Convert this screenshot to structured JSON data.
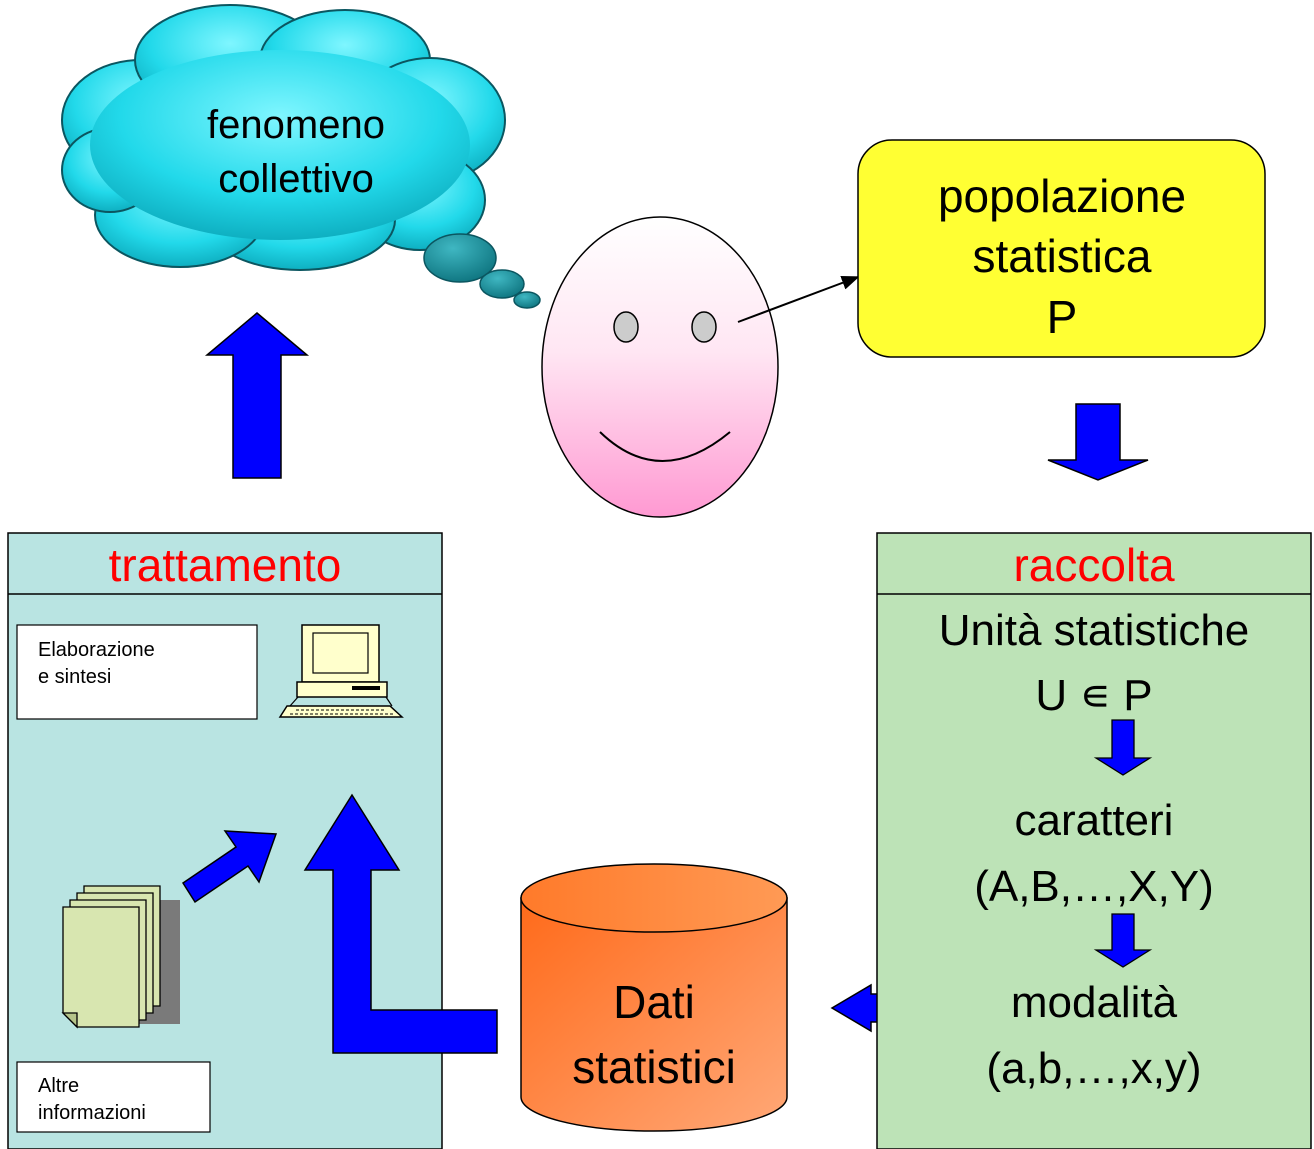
{
  "cloud": {
    "line1": "fenomeno",
    "line2": "collettivo"
  },
  "population_box": {
    "line1": "popolazione",
    "line2": "statistica",
    "line3": "P"
  },
  "left_panel": {
    "header": "trattamento",
    "processing_label_line1": "Elaborazione",
    "processing_label_line2": "e sintesi",
    "other_info_line1": "Altre",
    "other_info_line2": "informazioni"
  },
  "right_panel": {
    "header": "raccolta",
    "units": "Unità statistiche",
    "units_symbol": "U ∊ P",
    "characters": "caratteri",
    "characters_list": "(A,B,…,X,Y)",
    "modalities": "modalità",
    "modalities_list": "(a,b,…,x,y)"
  },
  "database": {
    "line1": "Dati",
    "line2": "statistici"
  },
  "colors": {
    "header_red": "#ff0000",
    "arrow_blue": "#0000ff",
    "left_panel_fill": "#b9e4e2",
    "right_panel_fill": "#bde3b7",
    "population_fill": "#ffff33",
    "cloud_cyan": "#33e0ee",
    "db_orange": "#ff8a3c",
    "face_pink": "#ff9fd6"
  }
}
